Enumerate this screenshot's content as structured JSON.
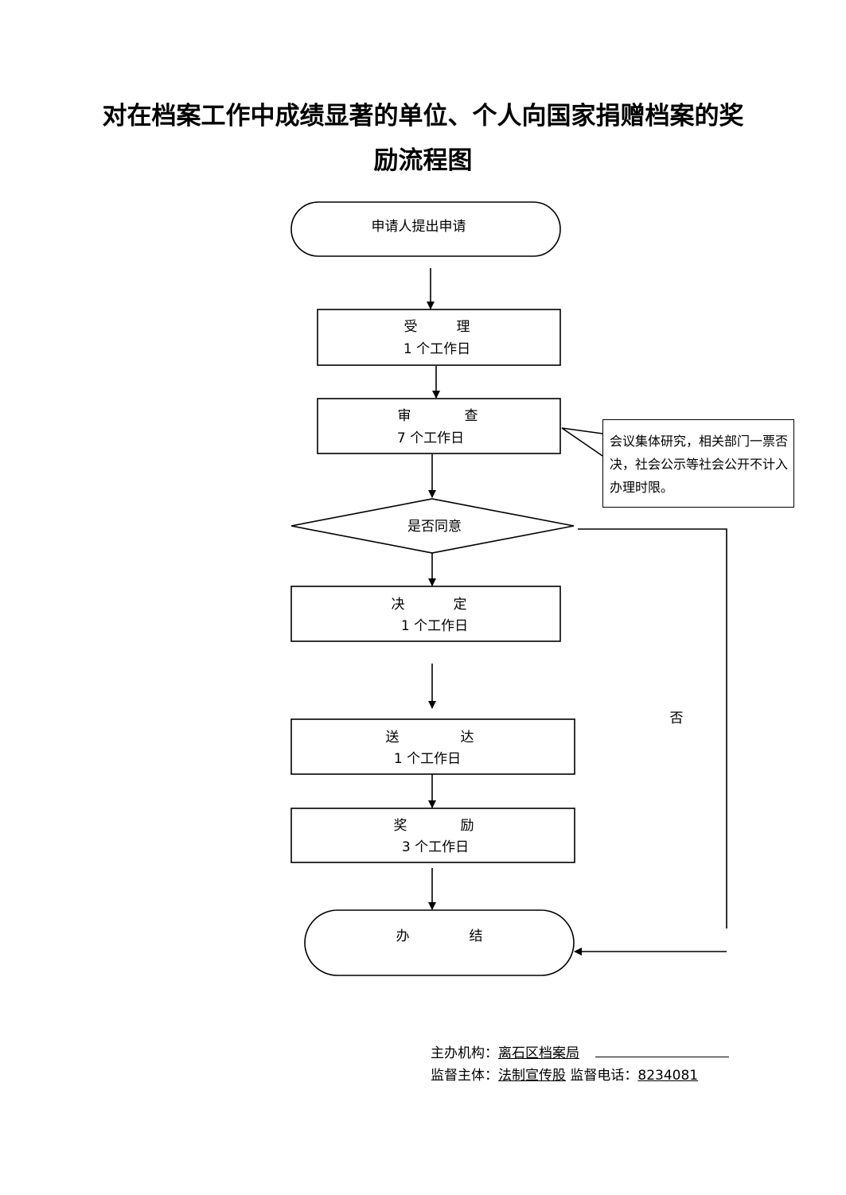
{
  "title": {
    "line1": "对在档案工作中成绩显著的单位、个人向国家捐赠档案的奖",
    "line2": "励流程图"
  },
  "nodes": {
    "start": "申请人提出申请",
    "accept": {
      "a": "受",
      "b": "理",
      "days": "1 个工作日"
    },
    "review": {
      "a": "审",
      "b": "查",
      "days": "7 个工作日"
    },
    "decision": "是否同意",
    "decide": {
      "a": "决",
      "b": "定",
      "days": "1 个工作日"
    },
    "deliver": {
      "a": "送",
      "b": "达",
      "days": "1 个工作日"
    },
    "reward": {
      "a": "奖",
      "b": "励",
      "days": "3 个工作日"
    },
    "end": {
      "a": "办",
      "b": "结"
    }
  },
  "no_label": "否",
  "note": "会议集体研究，相关部门一票否决，社会公示等社会公开不计入办理时限。",
  "footer": {
    "host_label": "主办机构：",
    "host_value": "离石区档案局",
    "supervisor_label": "监督主体：",
    "supervisor_value": "法制宣传股",
    "phone_label": "监督电话：",
    "phone_value": "8234081"
  }
}
